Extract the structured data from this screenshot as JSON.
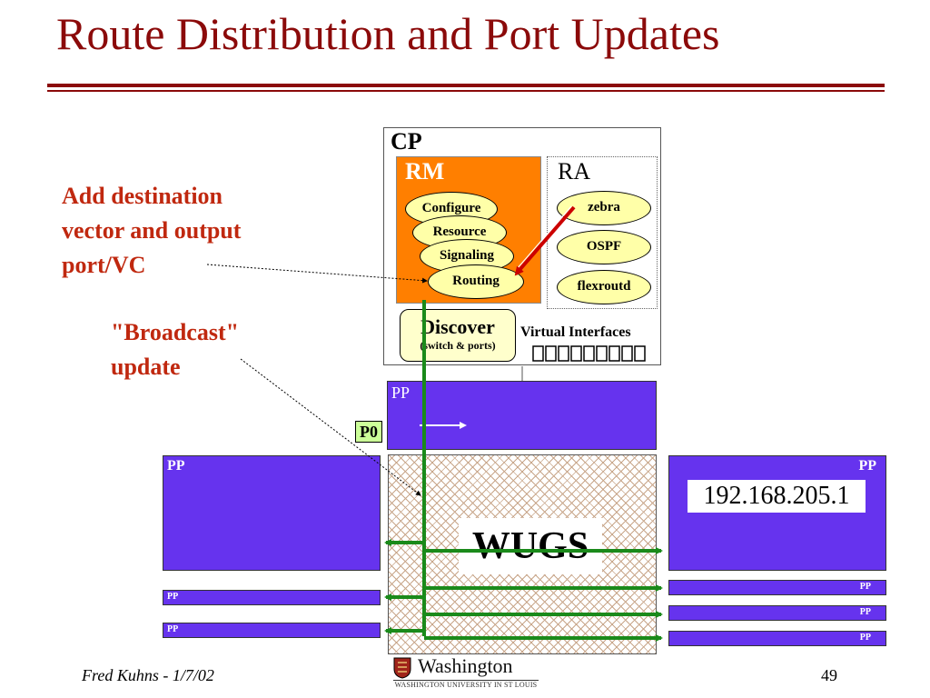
{
  "title": "Route Distribution and Port Updates",
  "callouts": {
    "add_destination": [
      "Add destination",
      "vector and output",
      "port/VC"
    ],
    "broadcast": [
      "\"Broadcast\"",
      "update"
    ]
  },
  "cp": {
    "label": "CP",
    "rm": {
      "label": "RM",
      "items": [
        "Configure",
        "Resource",
        "Signaling",
        "Routing"
      ]
    },
    "ra": {
      "label": "RA",
      "items": [
        "zebra",
        "OSPF",
        "flexroutd"
      ]
    },
    "discover": {
      "label": "Discover",
      "sublabel": "(switch & ports)"
    },
    "virtual_interfaces": {
      "label": "Virtual Interfaces",
      "glyphs": ""
    }
  },
  "ports": {
    "top": "PP",
    "p0": "P0",
    "left_big": "PP",
    "right_big": "PP",
    "left_small": [
      "PP",
      "PP"
    ],
    "right_small": [
      "PP",
      "PP",
      "PP"
    ]
  },
  "ip_address": "192.168.205.1",
  "switch_label": "WUGS",
  "footer": {
    "author": "Fred Kuhns - 1/7/02",
    "page": "49",
    "logo": "Washington",
    "logo_sub": "WASHINGTON UNIVERSITY IN ST LOUIS"
  },
  "colors": {
    "title": "#8b0a0a",
    "callout": "#c0280f",
    "rm_box": "#ff7f00",
    "ellipse": "#ffffa8",
    "port": "#6633ee",
    "path": "#1a8a1a",
    "arrow_red": "#cc0000"
  }
}
